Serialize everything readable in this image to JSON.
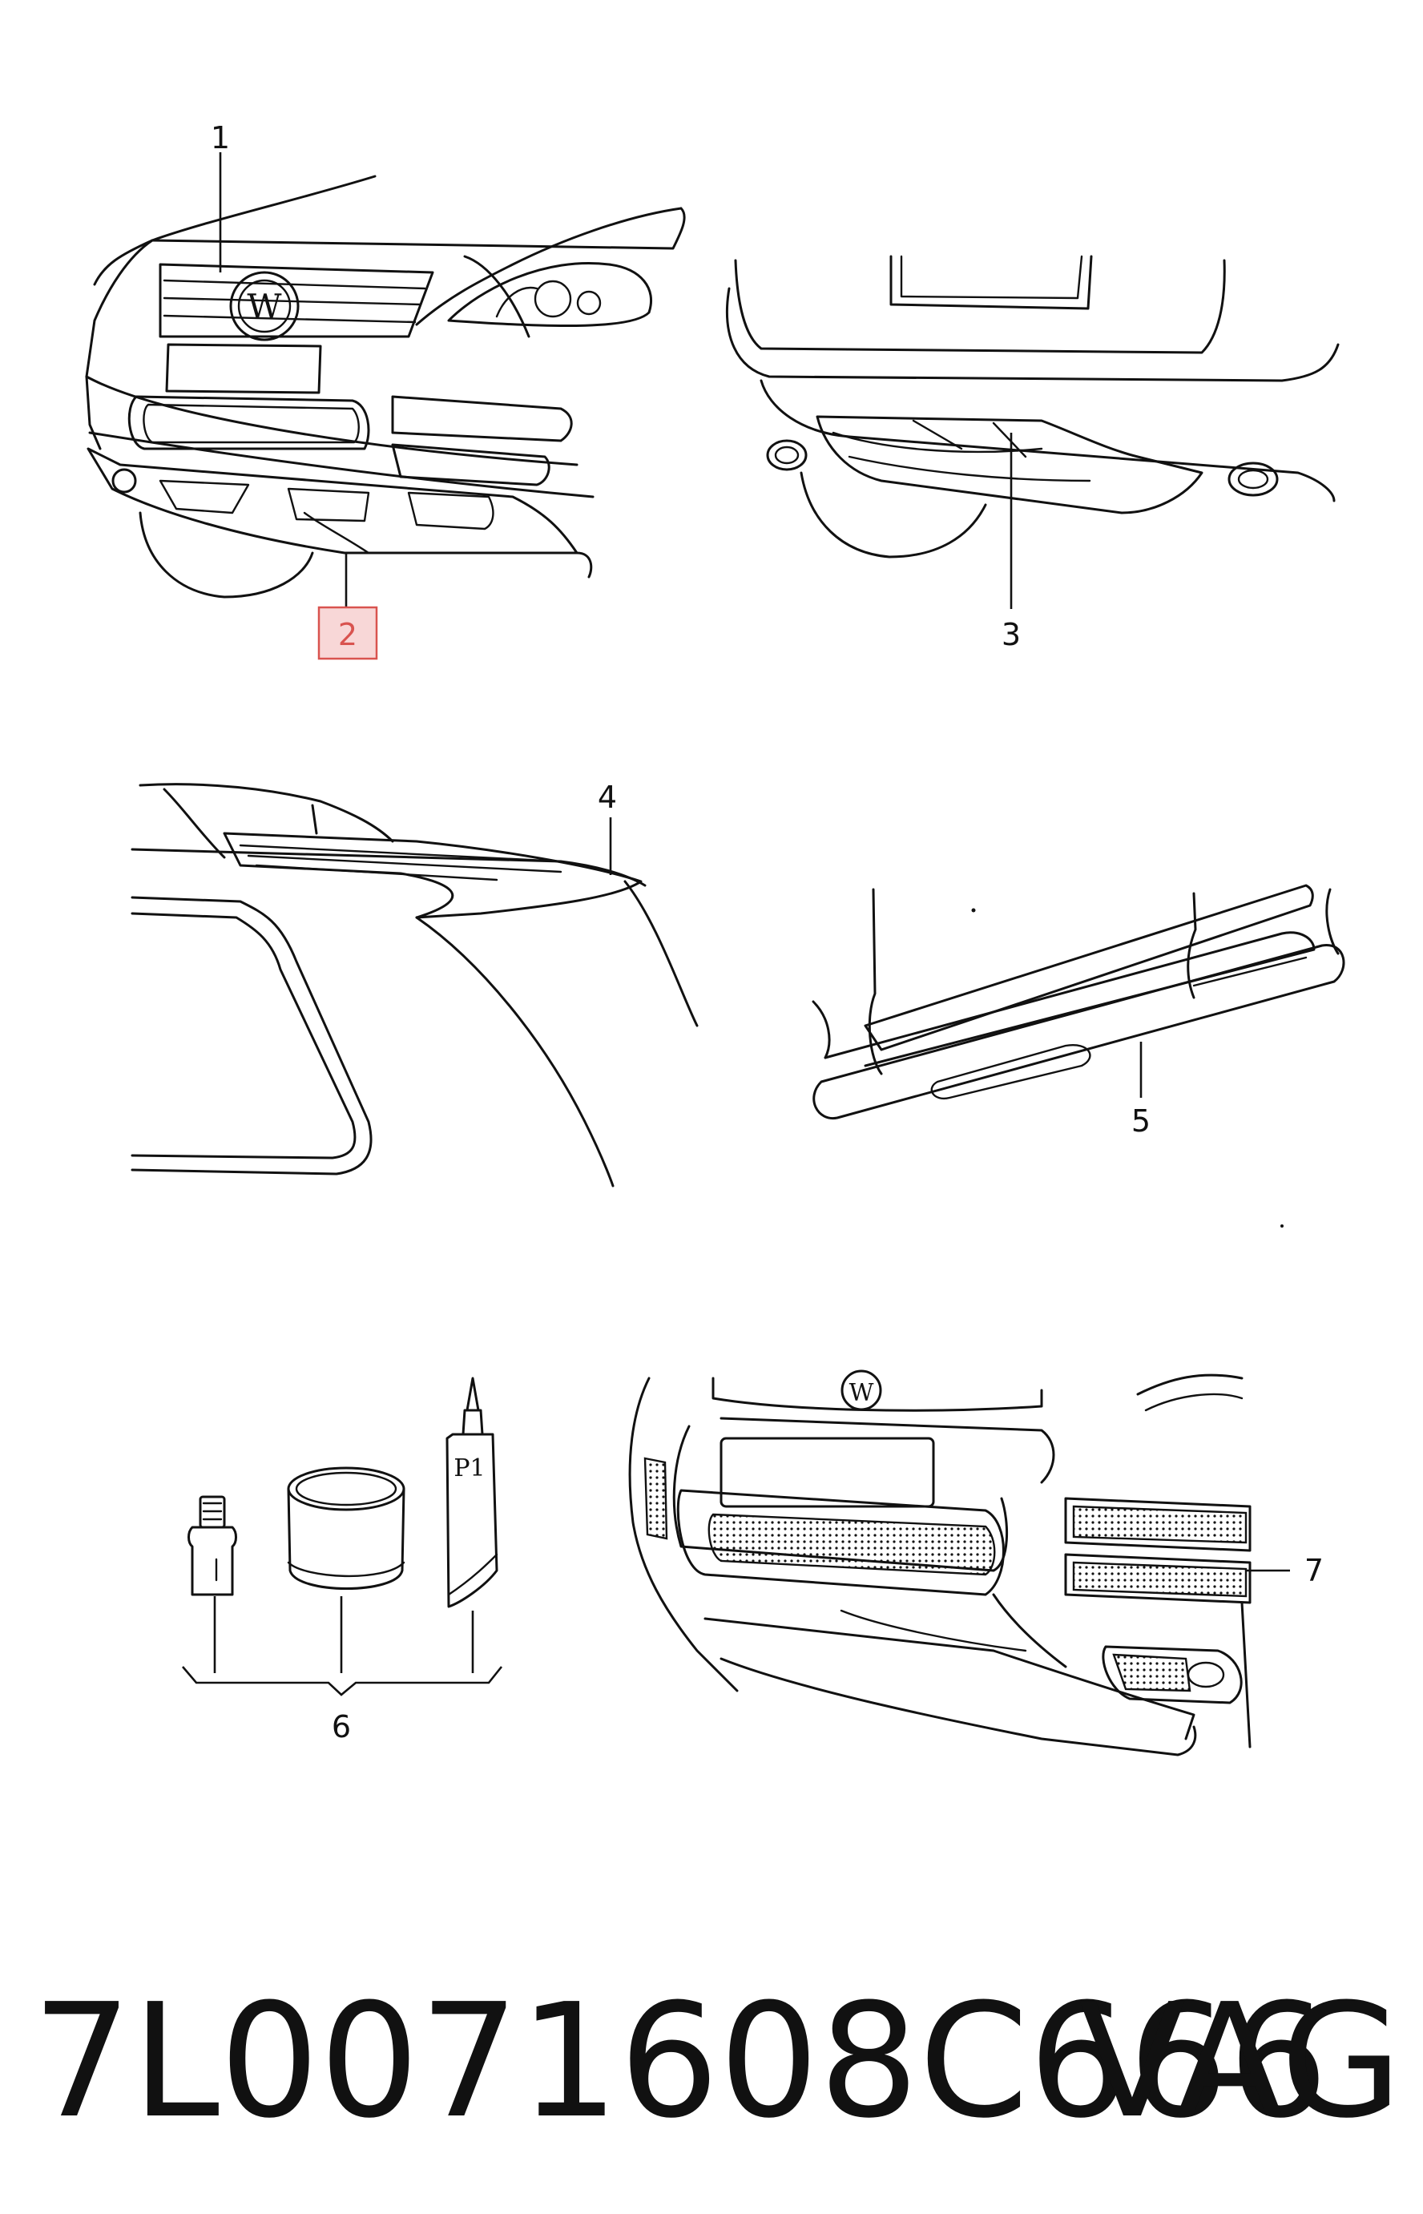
{
  "callouts": {
    "c1": "1",
    "c2": "2",
    "c3": "3",
    "c4": "4",
    "c5": "5",
    "c6": "6",
    "c7": "7"
  },
  "tube_label": "P1",
  "badge_letter": "W",
  "highlight_color": "#d9534f",
  "footer": {
    "part_number": "7L0071608C666",
    "brand": "VAG"
  }
}
